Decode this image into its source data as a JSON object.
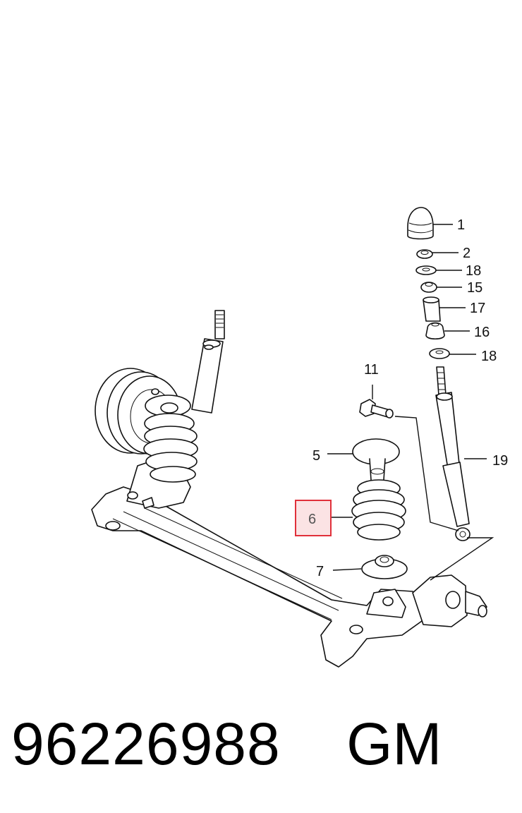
{
  "diagram": {
    "callouts": {
      "c1": "1",
      "c2": "2",
      "c18a": "18",
      "c15": "15",
      "c17": "17",
      "c16": "16",
      "c18b": "18",
      "c11": "11",
      "c5": "5",
      "c19": "19",
      "c6": "6",
      "c7": "7"
    },
    "highlight_color": "#e0303a",
    "highlight_fill": "#fbe3e4"
  },
  "footer": {
    "part_number": "96226988",
    "brand": "GM"
  }
}
